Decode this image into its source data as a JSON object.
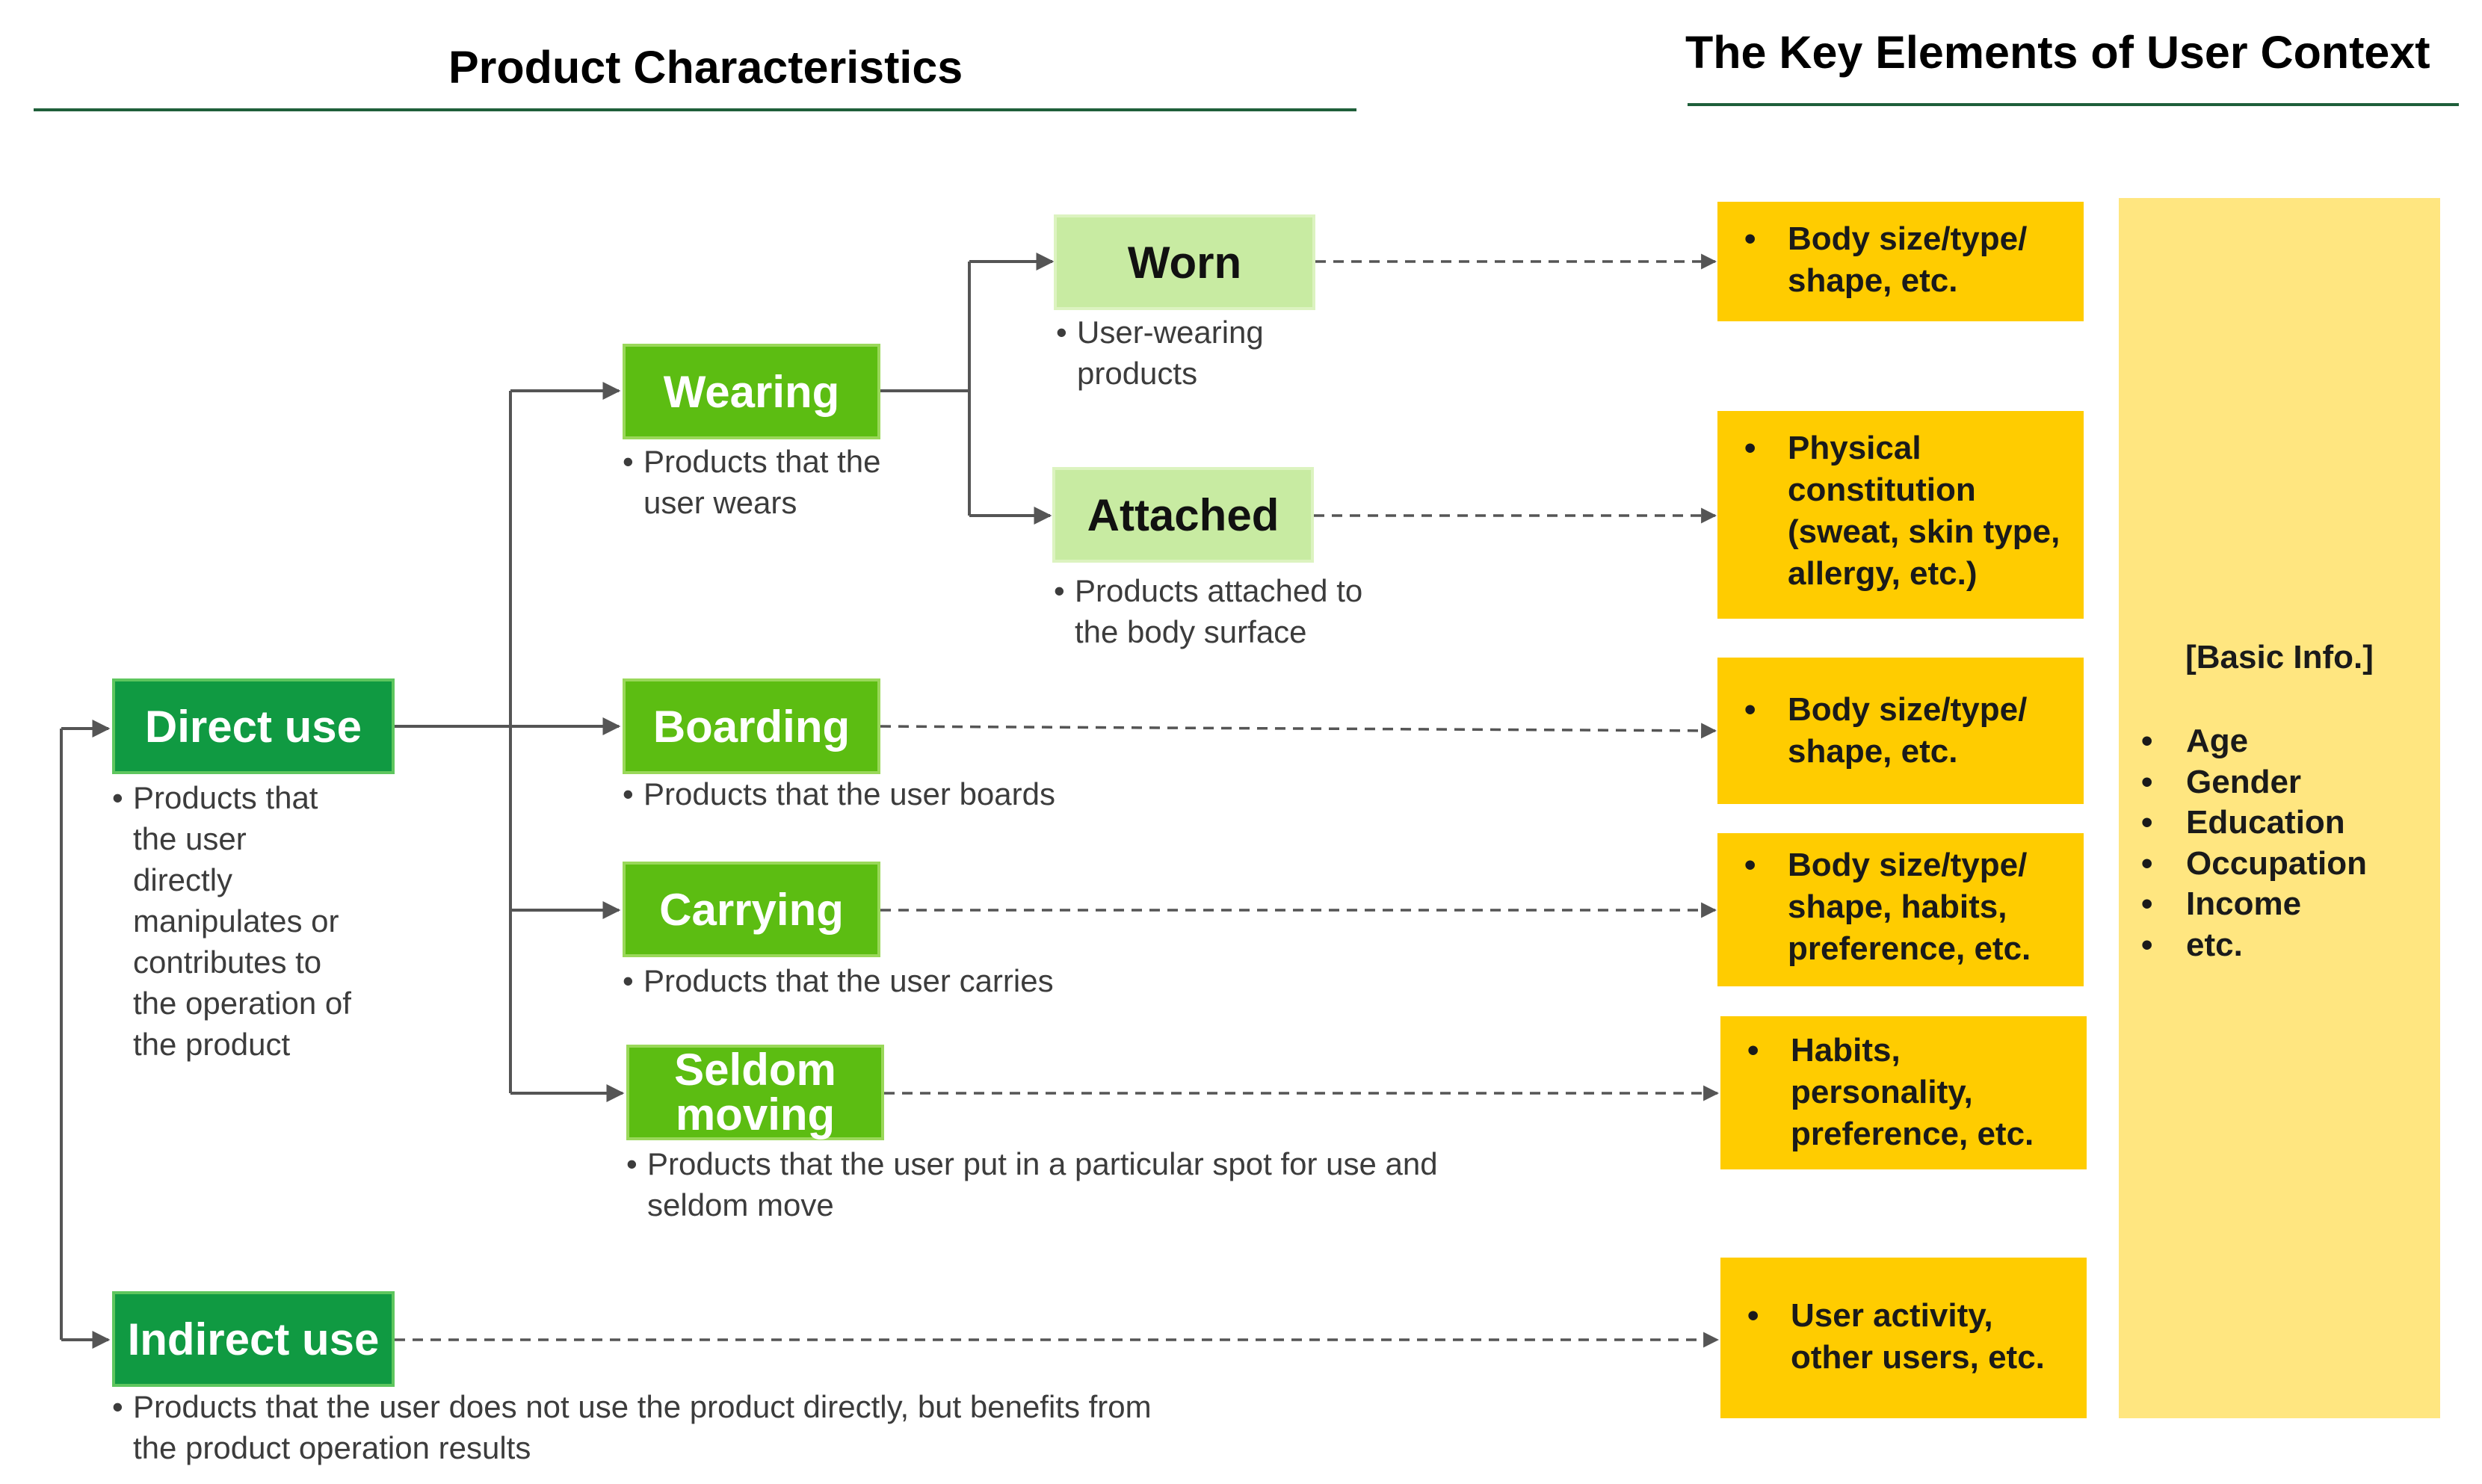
{
  "headings": {
    "left": "Product Characteristics",
    "right": "The Key Elements of User Context"
  },
  "nodes": {
    "direct_use": "Direct use",
    "indirect_use": "Indirect use",
    "wearing": "Wearing",
    "boarding": "Boarding",
    "carrying": "Carrying",
    "seldom_moving_line1": "Seldom",
    "seldom_moving_line2": "moving",
    "worn": "Worn",
    "attached": "Attached"
  },
  "descriptions": {
    "direct_use": "the user\ndirectly\nmanipulates or\ncontributes to\nthe operation of\nthe product",
    "direct_use_first": "Products that",
    "indirect_use_first": "Products that the user does not use the product directly, but benefits from",
    "indirect_use_rest": "the product operation results",
    "wearing_first": "Products that the",
    "wearing_rest": "user wears",
    "worn_first": "User-wearing",
    "worn_rest": "products",
    "attached_first": "Products attached to",
    "attached_rest": "the body surface",
    "boarding": "Products that the user boards",
    "carrying": "Products that the user carries",
    "seldom_first": "Products that the user put in a particular spot for use and",
    "seldom_rest": "seldom move",
    "bullet": "•"
  },
  "context_boxes": {
    "worn": "Body size/type/\nshape, etc.",
    "attached": "Physical\nconstitution\n(sweat, skin type,\nallergy, etc.)",
    "boarding": "Body size/type/\nshape, etc.",
    "carrying": "Body size/type/\nshape, habits,\npreference, etc.",
    "seldom": "Habits,\npersonality,\npreference, etc.",
    "indirect": "User activity,\nother users, etc.",
    "bullet": "•"
  },
  "basic_info": {
    "title": "[Basic Info.]",
    "items": [
      "Age",
      "Gender",
      "Education",
      "Occupation",
      "Income",
      "etc."
    ],
    "bullet": "•"
  },
  "colors": {
    "dark_green": "#109a42",
    "mid_green": "#5cbd12",
    "light_green": "#c8eba2",
    "yellow": "#ffcc00",
    "light_yellow": "#ffe680",
    "rule": "#1f5f3a",
    "line": "#555555"
  }
}
